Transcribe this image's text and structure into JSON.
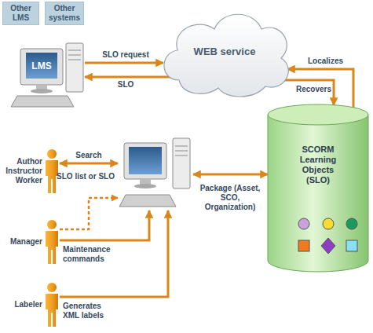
{
  "diagram": {
    "nodes": [
      {
        "text": [
          "Other LMS"
        ]
      },
      {
        "text": [
          "Other systems"
        ]
      },
      {
        "text": [
          "LMS"
        ]
      },
      {
        "text": [
          "WEB service"
        ]
      },
      {
        "text": [
          "Author Instructor Worker"
        ]
      },
      {
        "text": []
      },
      {
        "text": [
          "SCORM Learning Objects (SLO)"
        ]
      },
      {
        "text": [
          "Manager"
        ]
      },
      {
        "text": [
          "Labeler"
        ]
      }
    ],
    "edges": [
      {
        "from": 2,
        "to": 3,
        "label": "SLO request",
        "arrow": "to"
      },
      {
        "from": 3,
        "to": 2,
        "label": "SLO",
        "arrow": "to"
      },
      {
        "from": 6,
        "to": 3,
        "label": "Localizes",
        "arrow": "to"
      },
      {
        "from": 3,
        "to": 6,
        "label": "Recovers",
        "arrow": "to"
      },
      {
        "from": 4,
        "to": 5,
        "label": "Search",
        "arrow": "both"
      },
      {
        "from": 5,
        "to": 6,
        "label": "Package (Asset, SCO, Organization)",
        "arrow": "both"
      },
      {
        "from": 7,
        "to": 5,
        "arrow": "to"
      },
      {
        "from": 7,
        "to": 5,
        "label": "Maintenance commands",
        "arrow": "to"
      },
      {
        "from": 8,
        "to": 5,
        "label": "Generates XML labels",
        "arrow": "to"
      }
    ],
    "labels": [
      "SLO list or SLO"
    ]
  }
}
